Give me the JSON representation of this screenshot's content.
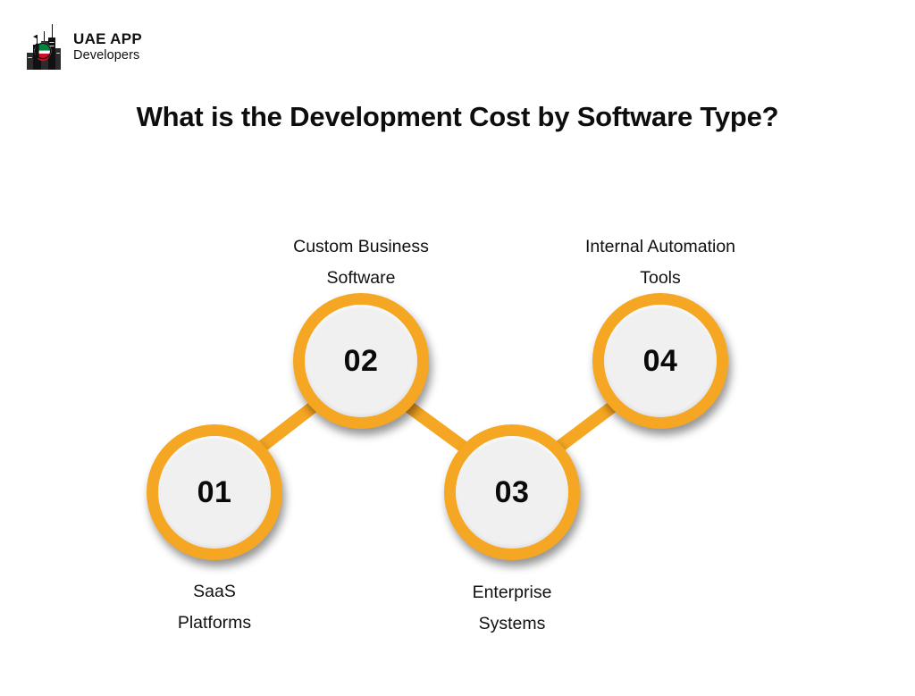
{
  "brand": {
    "line1": "UAE APP",
    "line2": "Developers",
    "logo_icon": "burj-khalifa-building-icon",
    "badge_icon": "uae-flag-badge-icon"
  },
  "title": "What is the Development Cost by Software Type?",
  "colors": {
    "accent": "#F5A623",
    "node_fill": "#F0F0F0",
    "text": "#111111",
    "background": "#FFFFFF"
  },
  "chart_data": {
    "type": "diagram",
    "title": "What is the Development Cost by Software Type?",
    "layout": "zigzag-connected-nodes",
    "nodes": [
      {
        "number": "01",
        "label_line1": "SaaS",
        "label_line2": "Platforms",
        "row": "bottom"
      },
      {
        "number": "02",
        "label_line1": "Custom Business",
        "label_line2": "Software",
        "row": "top"
      },
      {
        "number": "03",
        "label_line1": "Enterprise",
        "label_line2": "Systems",
        "row": "bottom"
      },
      {
        "number": "04",
        "label_line1": "Internal Automation",
        "label_line2": "Tools",
        "row": "top"
      }
    ],
    "connections": [
      {
        "from": "01",
        "to": "02"
      },
      {
        "from": "02",
        "to": "03"
      },
      {
        "from": "03",
        "to": "04"
      }
    ]
  }
}
